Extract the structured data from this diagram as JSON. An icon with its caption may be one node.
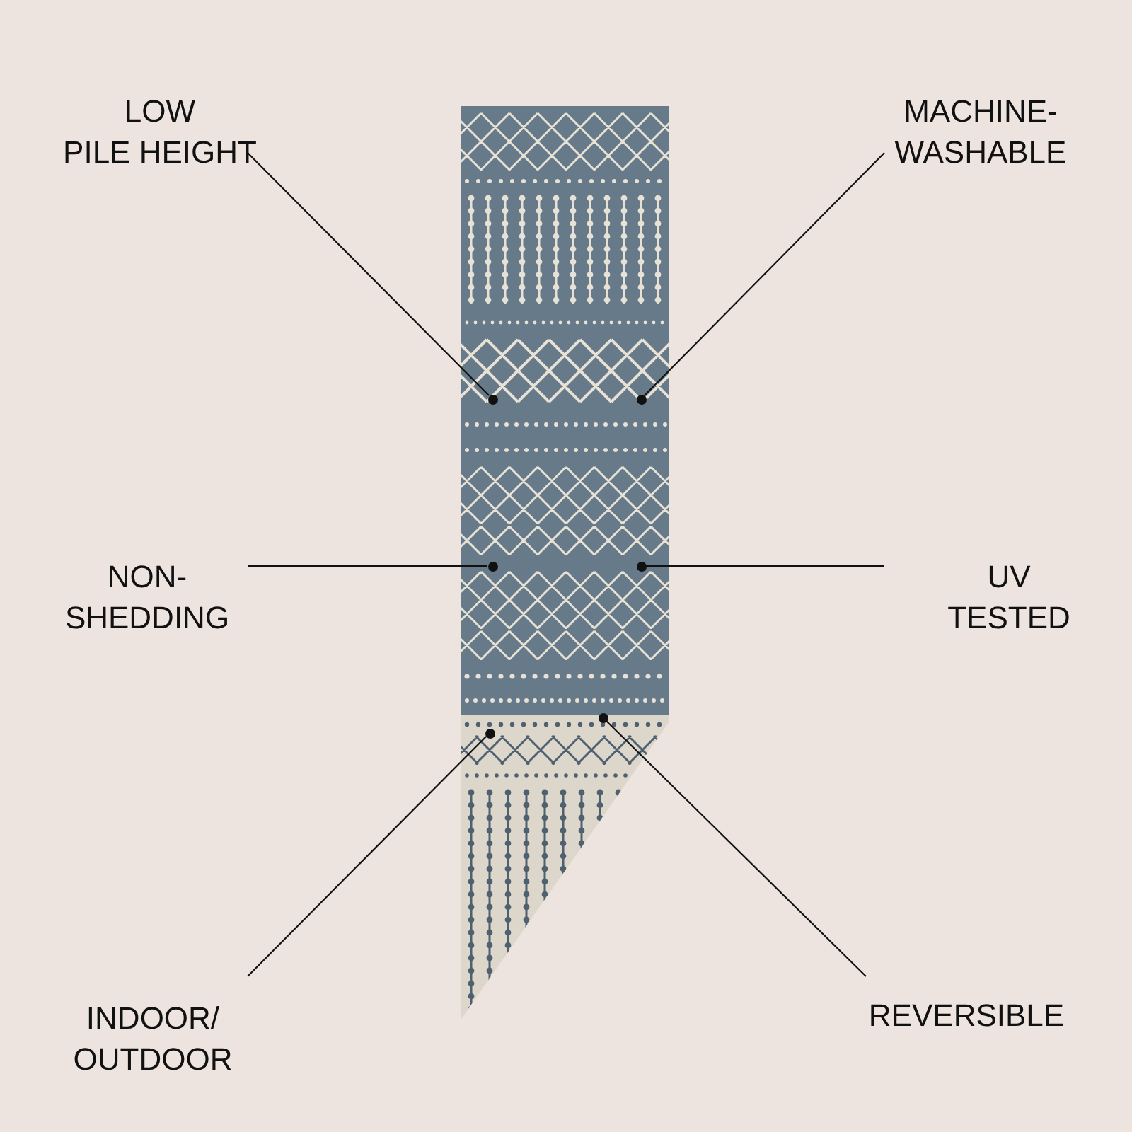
{
  "diagram": {
    "nodes": [
      {
        "text": [
          "LOW PILE HEIGHT"
        ]
      },
      {
        "text": [
          "MACHINE-WASHABLE"
        ]
      },
      {
        "text": [
          "NON-SHEDDING"
        ]
      },
      {
        "text": [
          "UV TESTED"
        ]
      },
      {
        "text": [
          "INDOOR/OUTDOOR"
        ]
      },
      {
        "text": [
          "REVERSIBLE"
        ]
      },
      {
        "text": [],
        "shape": "circle"
      },
      {
        "text": [],
        "shape": "circle"
      },
      {
        "text": [],
        "shape": "circle"
      },
      {
        "text": [],
        "shape": "circle"
      },
      {
        "text": [],
        "shape": "circle"
      },
      {
        "text": [],
        "shape": "circle"
      }
    ],
    "edges": [
      {
        "from": 0,
        "to": 6,
        "arrow": "none"
      },
      {
        "from": 1,
        "to": 7,
        "arrow": "none"
      },
      {
        "from": 2,
        "to": 8,
        "arrow": "none"
      },
      {
        "from": 3,
        "to": 9,
        "arrow": "none"
      },
      {
        "from": 4,
        "to": 10,
        "arrow": "none"
      },
      {
        "from": 5,
        "to": 11,
        "arrow": "none"
      }
    ]
  }
}
